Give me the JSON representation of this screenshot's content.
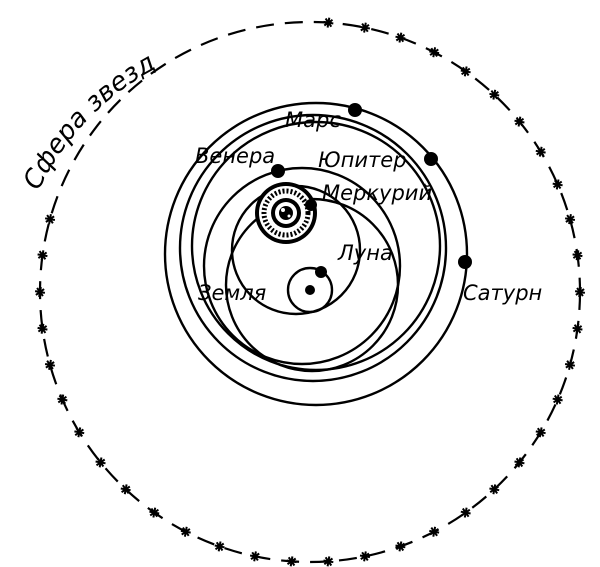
{
  "diagram": {
    "sphere_label": "Сфера звезд",
    "labels": {
      "mars": "Марс",
      "jupiter": "Юпитер",
      "venus": "Венера",
      "mercury": "Меркурий",
      "moon": "Луна",
      "earth": "Земля",
      "saturn": "Сатурн"
    },
    "colors": {
      "ink": "#000000",
      "paper": "#ffffff"
    },
    "icons": {
      "sun": "sun-icon",
      "star": "asterisk-star"
    }
  }
}
